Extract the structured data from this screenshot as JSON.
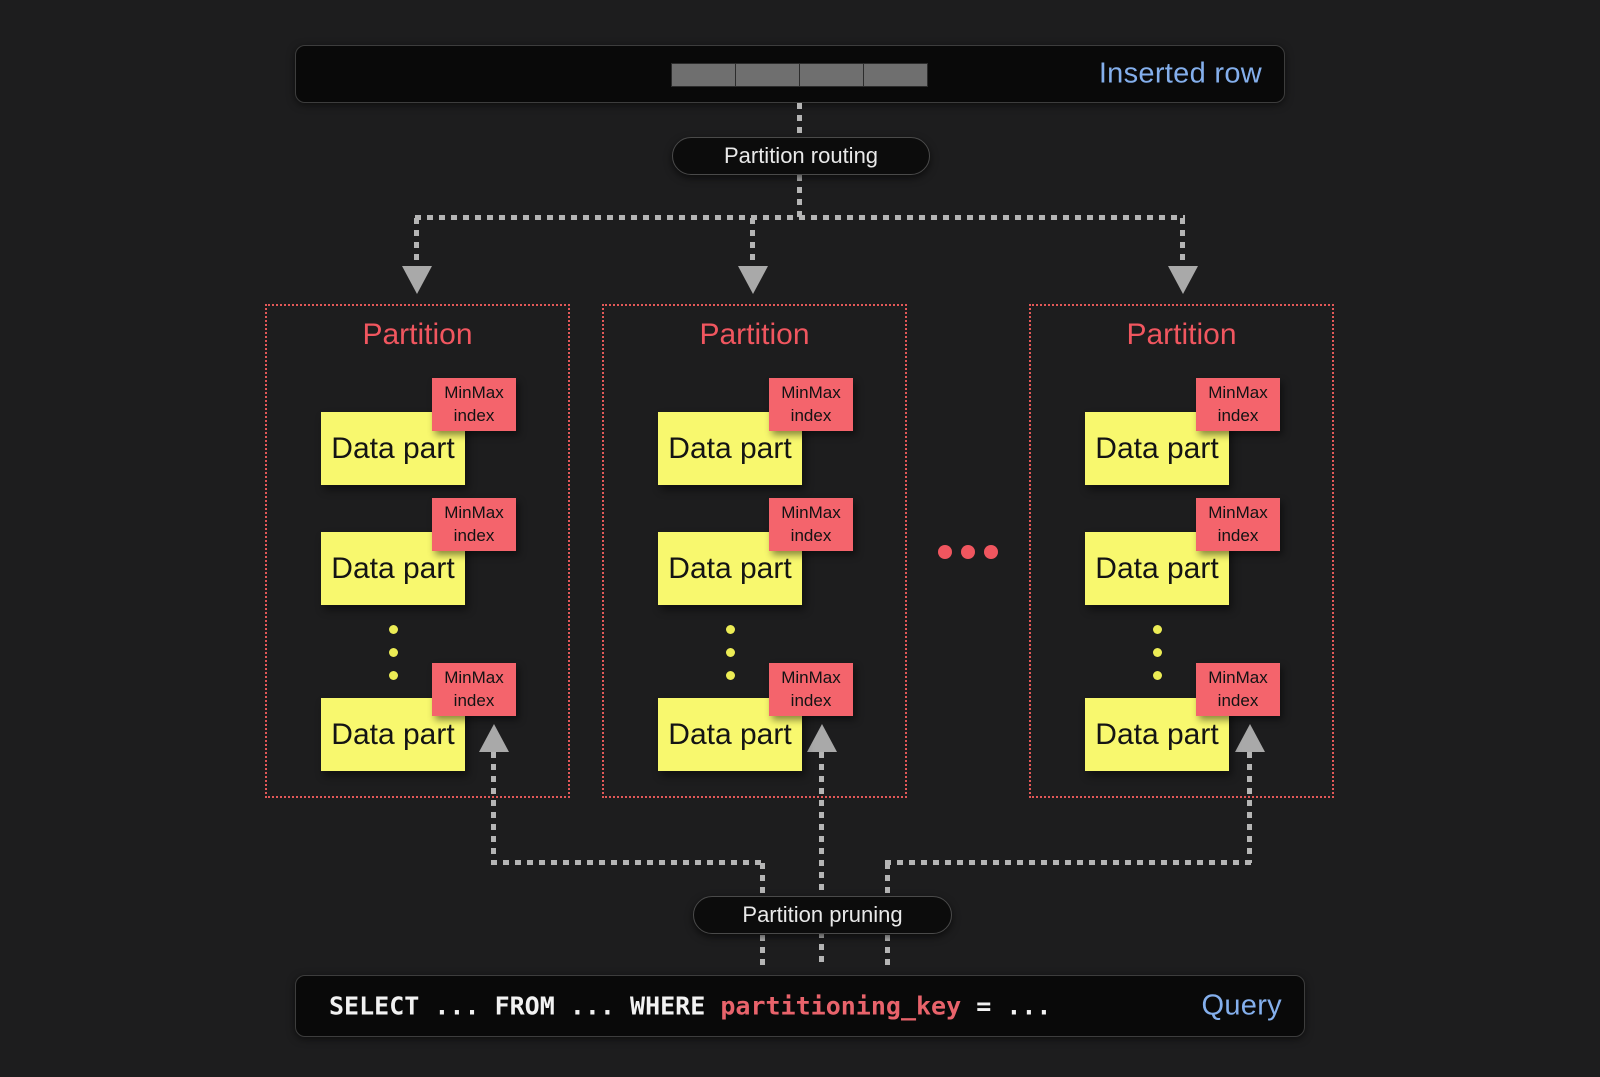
{
  "colors": {
    "background": "#1d1d1e",
    "panel_bg": "#090909",
    "panel_border": "#3d3d3d",
    "accent_blue": "#84afec",
    "partition_red": "#f0565f",
    "minmax_red": "#f4646c",
    "datapart_yellow": "#f8f86e",
    "connector_gray": "#b5b5b5"
  },
  "inserted_row": {
    "label": "Inserted row",
    "cell_count": 4
  },
  "flow_labels": {
    "routing": "Partition routing",
    "pruning": "Partition pruning"
  },
  "partitions": [
    {
      "title": "Partition"
    },
    {
      "title": "Partition"
    },
    {
      "title": "Partition"
    }
  ],
  "labels": {
    "data_part": "Data part",
    "minmax_line1": "MinMax",
    "minmax_line2": "index",
    "more_partitions": "...",
    "more_data_parts": "..."
  },
  "query": {
    "text_before_key": "SELECT ... FROM ... WHERE ",
    "key": "partitioning_key",
    "text_after_key": " = ...",
    "label": "Query"
  }
}
